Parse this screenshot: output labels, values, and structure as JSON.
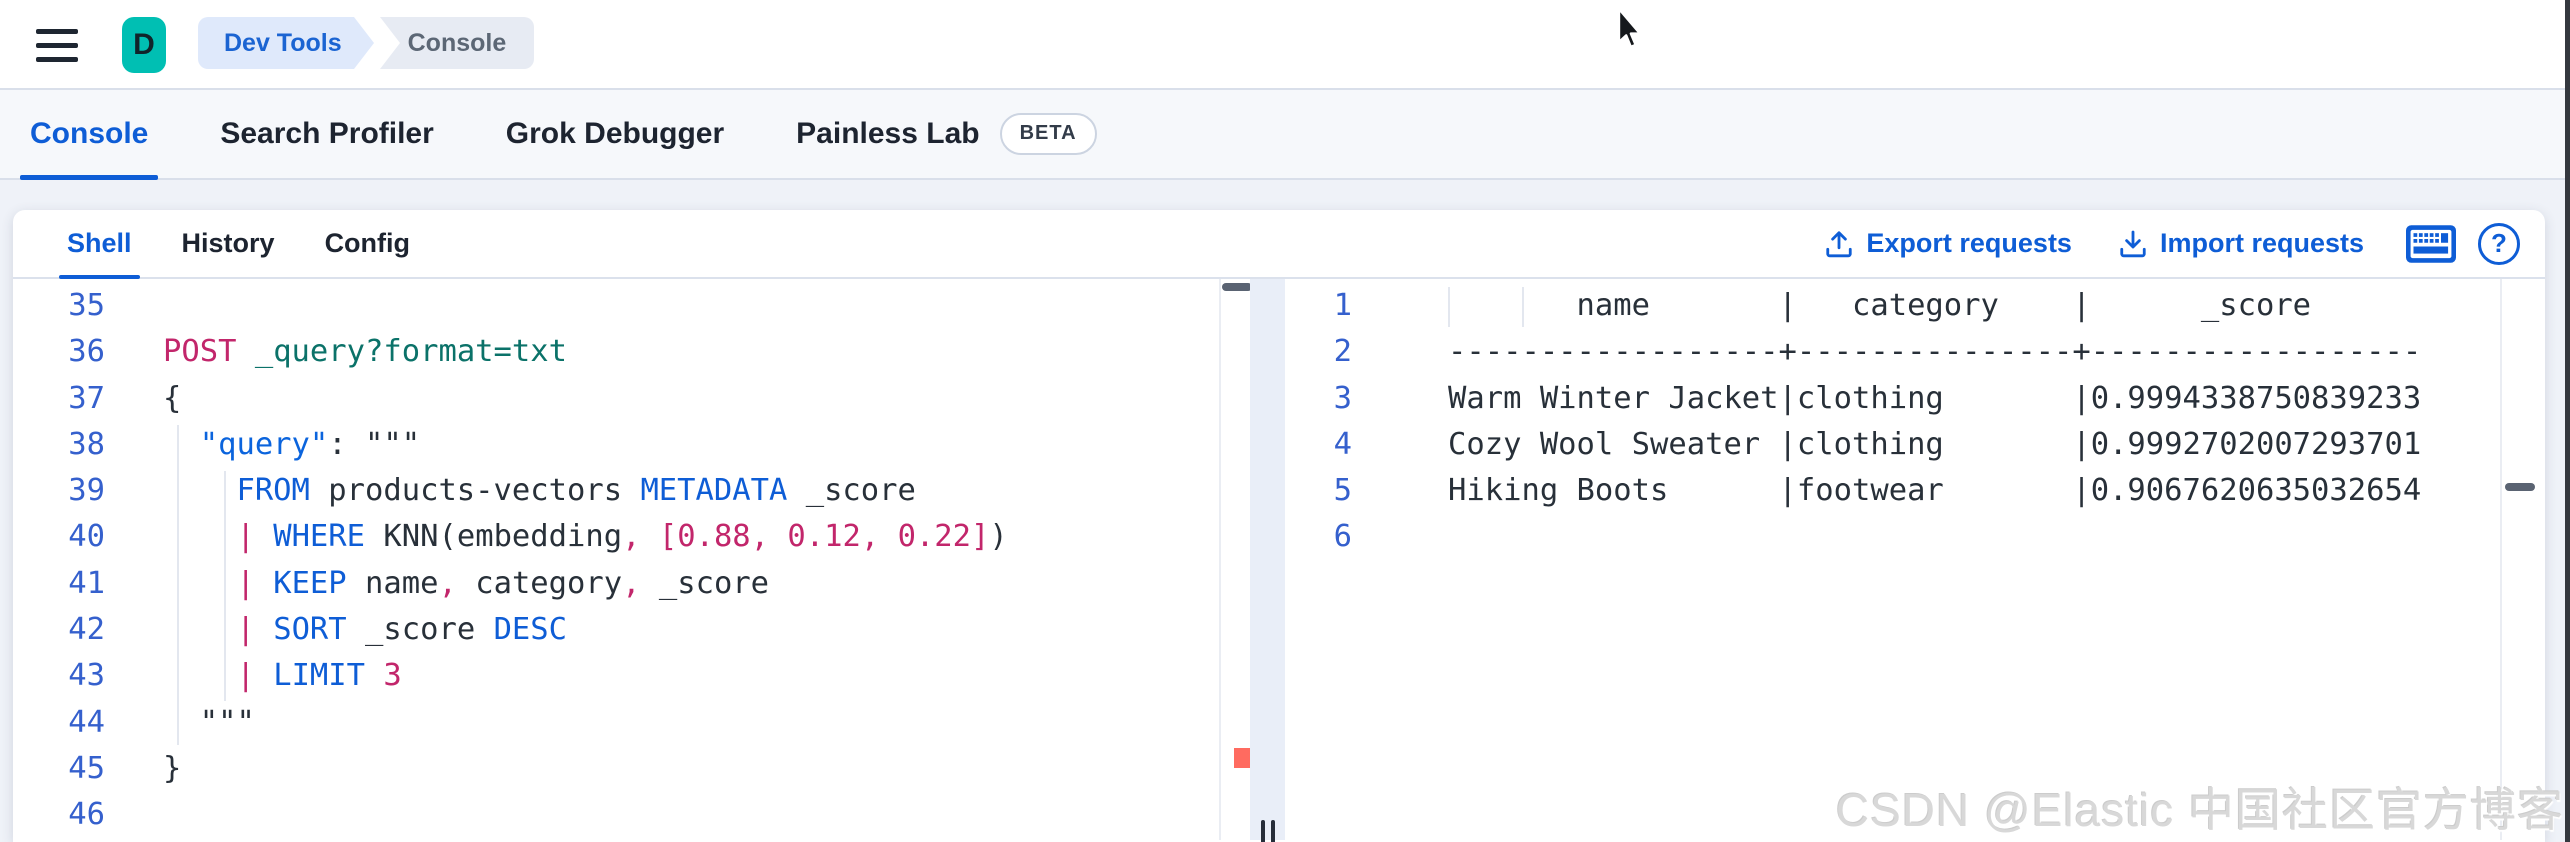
{
  "topnav": {
    "app_initial": "D",
    "breadcrumbs": [
      {
        "label": "Dev Tools"
      },
      {
        "label": "Console"
      }
    ]
  },
  "tabs": {
    "items": [
      {
        "label": "Console",
        "active": true
      },
      {
        "label": "Search Profiler",
        "active": false
      },
      {
        "label": "Grok Debugger",
        "active": false
      },
      {
        "label": "Painless Lab",
        "active": false,
        "badge": "BETA"
      }
    ]
  },
  "console": {
    "tabs": [
      {
        "label": "Shell",
        "active": true
      },
      {
        "label": "History",
        "active": false
      },
      {
        "label": "Config",
        "active": false
      }
    ],
    "actions": {
      "export_label": "Export requests",
      "import_label": "Import requests"
    },
    "icons": [
      "upload-icon",
      "download-icon",
      "keyboard-shortcuts-icon",
      "help-icon"
    ]
  },
  "editor": {
    "first_line_number": 35,
    "lines": [
      [],
      [
        {
          "t": "method",
          "v": "POST"
        },
        {
          "t": "plain",
          "v": " "
        },
        {
          "t": "url",
          "v": "_query?format=txt"
        }
      ],
      [
        {
          "t": "plain",
          "v": "{"
        }
      ],
      [
        {
          "t": "plain",
          "v": "  "
        },
        {
          "t": "key",
          "v": "\"query\""
        },
        {
          "t": "plain",
          "v": ": \"\"\""
        }
      ],
      [
        {
          "t": "plain",
          "v": "    "
        },
        {
          "t": "kw",
          "v": "FROM"
        },
        {
          "t": "plain",
          "v": " products-vectors "
        },
        {
          "t": "kw",
          "v": "METADATA"
        },
        {
          "t": "plain",
          "v": " _score"
        }
      ],
      [
        {
          "t": "plain",
          "v": "    "
        },
        {
          "t": "punct",
          "v": "|"
        },
        {
          "t": "plain",
          "v": " "
        },
        {
          "t": "kw",
          "v": "WHERE"
        },
        {
          "t": "plain",
          "v": " KNN(embedding"
        },
        {
          "t": "punct",
          "v": ","
        },
        {
          "t": "plain",
          "v": " "
        },
        {
          "t": "num",
          "v": "[0.88, 0.12, 0.22]"
        },
        {
          "t": "plain",
          "v": ")"
        }
      ],
      [
        {
          "t": "plain",
          "v": "    "
        },
        {
          "t": "punct",
          "v": "|"
        },
        {
          "t": "plain",
          "v": " "
        },
        {
          "t": "kw",
          "v": "KEEP"
        },
        {
          "t": "plain",
          "v": " name"
        },
        {
          "t": "punct",
          "v": ","
        },
        {
          "t": "plain",
          "v": " category"
        },
        {
          "t": "punct",
          "v": ","
        },
        {
          "t": "plain",
          "v": " _score"
        }
      ],
      [
        {
          "t": "plain",
          "v": "    "
        },
        {
          "t": "punct",
          "v": "|"
        },
        {
          "t": "plain",
          "v": " "
        },
        {
          "t": "kw",
          "v": "SORT"
        },
        {
          "t": "plain",
          "v": " _score "
        },
        {
          "t": "kw",
          "v": "DESC"
        }
      ],
      [
        {
          "t": "plain",
          "v": "    "
        },
        {
          "t": "punct",
          "v": "|"
        },
        {
          "t": "plain",
          "v": " "
        },
        {
          "t": "kw",
          "v": "LIMIT"
        },
        {
          "t": "plain",
          "v": " "
        },
        {
          "t": "num",
          "v": "3"
        }
      ],
      [
        {
          "t": "plain",
          "v": "  \"\"\""
        }
      ],
      [
        {
          "t": "plain",
          "v": "}"
        }
      ],
      []
    ]
  },
  "output": {
    "first_line_number": 1,
    "lines": [
      "       name       |   category    |      _score      ",
      "------------------+---------------+------------------",
      "Warm Winter Jacket|clothing       |0.9994338750839233",
      "Cozy Wool Sweater |clothing       |0.9992702007293701",
      "Hiking Boots      |footwear       |0.9067620635032654",
      ""
    ],
    "results_table": {
      "columns": [
        "name",
        "category",
        "_score"
      ],
      "rows": [
        [
          "Warm Winter Jacket",
          "clothing",
          "0.9994338750839233"
        ],
        [
          "Cozy Wool Sweater",
          "clothing",
          "0.9992702007293701"
        ],
        [
          "Hiking Boots",
          "footwear",
          "0.9067620635032654"
        ]
      ]
    }
  },
  "watermark": "CSDN @Elastic 中国社区官方博客",
  "colors": {
    "accent_blue": "#0e5dd6",
    "brand_teal": "#00bfb3",
    "syntax_method": "#c2266b",
    "syntax_url": "#0b7269",
    "syntax_keyword": "#0e5dd6",
    "syntax_string_key": "#0b64dd",
    "syntax_plain": "#283039",
    "gutter_number_blue": "#3560cd",
    "marker_red": "#ff6b60",
    "breadcrumb_active_bg": "#dfe9fb",
    "breadcrumb_inactive_bg": "#e7ebf3",
    "watermark_gray": "#d8d8d8"
  }
}
